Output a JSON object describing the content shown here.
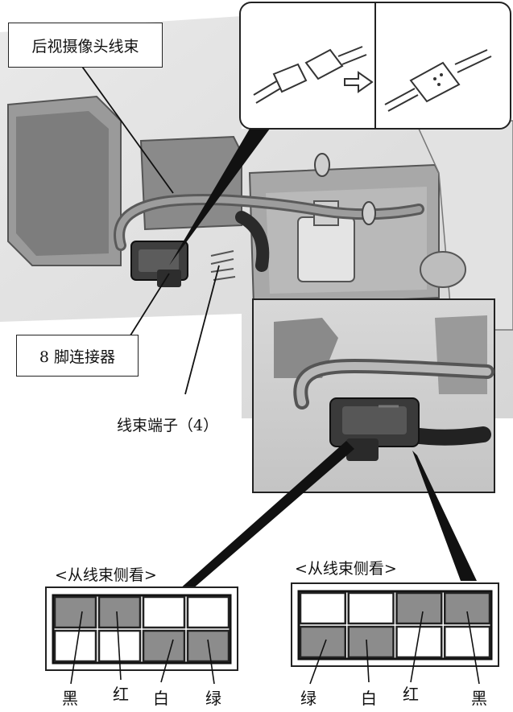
{
  "labels": {
    "harness": "后视摄像头线束",
    "connector": "8 脚连接器",
    "terminals": "线束端子（4）"
  },
  "pinouts": [
    {
      "caption": "<从线束侧看>",
      "top_row_filled": [
        true,
        true,
        false,
        false
      ],
      "bottom_row_filled": [
        false,
        false,
        true,
        true
      ],
      "wires": [
        "黑",
        "红",
        "白",
        "绿"
      ]
    },
    {
      "caption": "<从线束侧看>",
      "top_row_filled": [
        false,
        false,
        true,
        true
      ],
      "bottom_row_filled": [
        true,
        true,
        false,
        false
      ],
      "wires": [
        "绿",
        "白",
        "红",
        "黑"
      ]
    }
  ],
  "colors": {
    "filled_pin": "#8c8c8c",
    "outline": "#222222",
    "background": "#ffffff"
  }
}
